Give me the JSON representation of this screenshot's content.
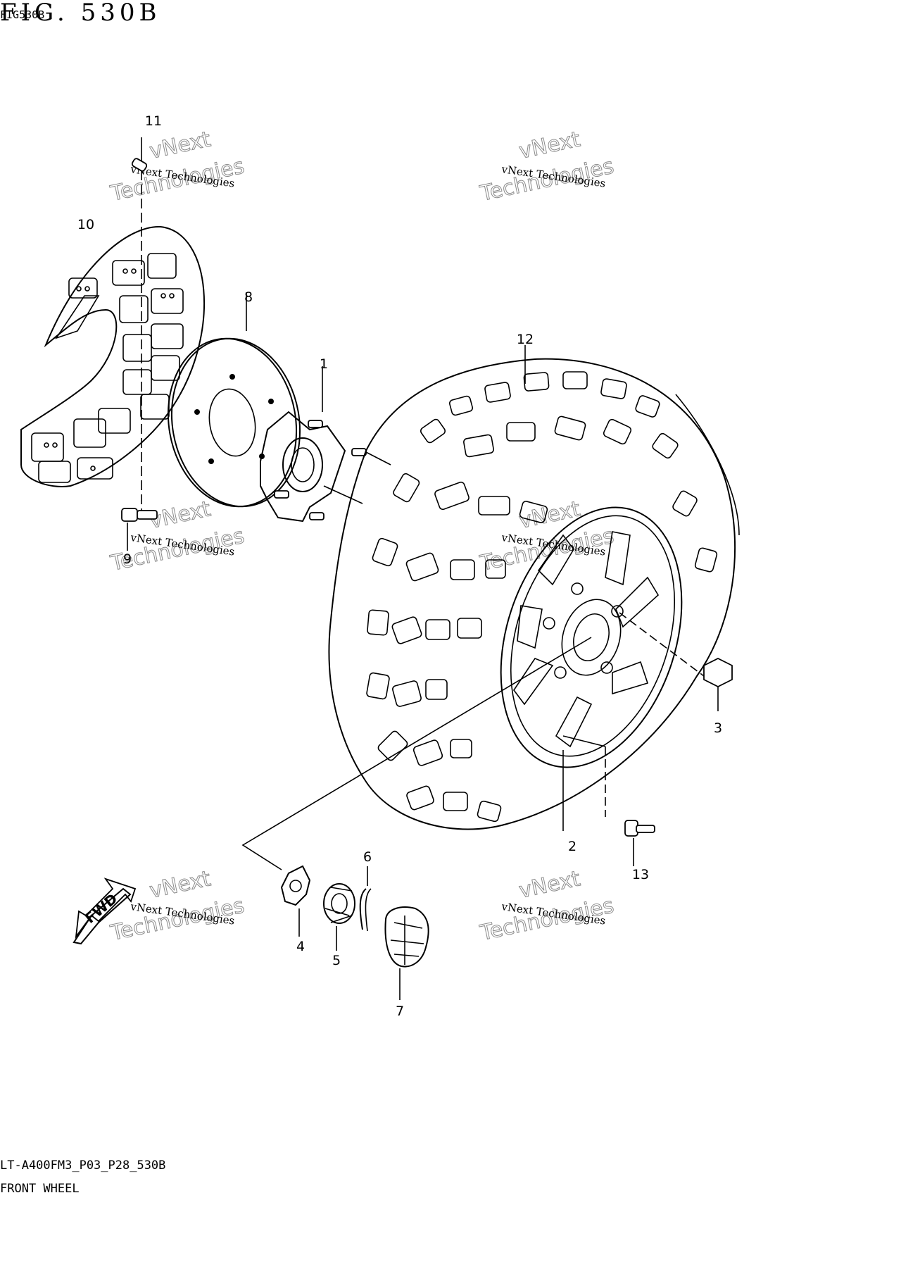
{
  "header": {
    "figure_title": "FIG. 530B",
    "figure_code": "FIG530B"
  },
  "footer": {
    "model_code": "LT-A400FM3_P03_P28_530B",
    "section_title": "FRONT WHEEL"
  },
  "watermark": {
    "line1": "vNext Technologies",
    "line2": "Technologies",
    "line3": "vNext"
  },
  "direction_label": "FWD",
  "callouts": {
    "c1": "1",
    "c2": "2",
    "c3": "3",
    "c4": "4",
    "c5": "5",
    "c6": "6",
    "c7": "7",
    "c8": "8",
    "c9": "9",
    "c10": "10",
    "c11": "11",
    "c12": "12",
    "c13": "13"
  }
}
